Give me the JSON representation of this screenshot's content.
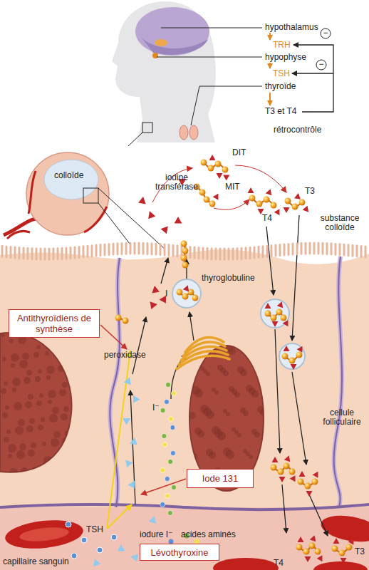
{
  "diagram": {
    "nodes": [
      {
        "text": [
          "Antithyroïdiens de synthèse"
        ]
      },
      {
        "text": [
          "Iode 131"
        ]
      },
      {
        "text": [
          "Lévothyroxine"
        ]
      }
    ],
    "labels": [
      "hypothalamus",
      "TRH",
      "hypophyse",
      "TSH",
      "thyroïde",
      "T3 et T4",
      "−",
      "−",
      "rétrocontrôle",
      "colloïde",
      "DIT",
      "iodine transférase",
      "MIT",
      "T3",
      "T4",
      "substance colloïde",
      "thyroglobuline",
      "I",
      "peroxidase",
      "I⁻",
      "cellule folliculaire",
      "TSH",
      "iodure I⁻",
      "acides aminés",
      "capillaire sanguin",
      "T4",
      "T3"
    ]
  }
}
